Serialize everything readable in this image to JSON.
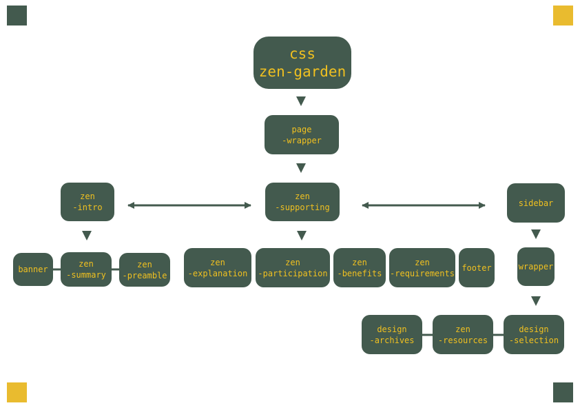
{
  "colors": {
    "node": "#435a4e",
    "text": "#f0c020",
    "line": "#435a4e",
    "accent": "#e9bb2f"
  },
  "nodes": {
    "root": {
      "line1": "css",
      "line2": "zen-garden"
    },
    "page_wrapper": {
      "line1": "page",
      "line2": "-wrapper"
    },
    "zen_intro": {
      "line1": "zen",
      "line2": "-intro"
    },
    "zen_supporting": {
      "line1": "zen",
      "line2": "-supporting"
    },
    "sidebar": {
      "line1": "sidebar"
    },
    "banner": {
      "line1": "banner"
    },
    "zen_summary": {
      "line1": "zen",
      "line2": "-summary"
    },
    "zen_preamble": {
      "line1": "zen",
      "line2": "-preamble"
    },
    "zen_explanation": {
      "line1": "zen",
      "line2": "-explanation"
    },
    "zen_participation": {
      "line1": "zen",
      "line2": "-participation"
    },
    "zen_benefits": {
      "line1": "zen",
      "line2": "-benefits"
    },
    "zen_requirements": {
      "line1": "zen",
      "line2": "-requirements"
    },
    "footer": {
      "line1": "footer"
    },
    "wrapper": {
      "line1": "wrapper"
    },
    "design_archives": {
      "line1": "design",
      "line2": "-archives"
    },
    "zen_resources": {
      "line1": "zen",
      "line2": "-resources"
    },
    "design_selection": {
      "line1": "design",
      "line2": "-selection"
    }
  }
}
